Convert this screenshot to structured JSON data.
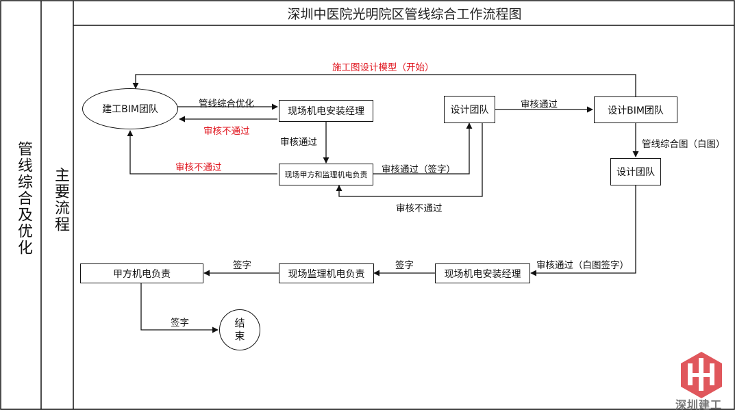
{
  "title": "深圳中医院光明院区管线综合工作流程图",
  "col1_label": "管线综合及优化",
  "col2_label": "主要流程",
  "nodes": {
    "bim_team": "建工BIM团队",
    "site_me_manager_top": "现场机电安装经理",
    "design_team_top": "设计团队",
    "design_bim_team": "设计BIM团队",
    "owner_supervisor": "现场甲方和监理机电负责",
    "design_team_right": "设计团队",
    "site_me_manager_bottom": "现场机电安装经理",
    "site_supervisor": "现场监理机电负责",
    "owner_me": "甲方机电负责",
    "end": "结束"
  },
  "edges": {
    "start_model": "施工图设计模型（开始）",
    "optimize": "管线综合优化",
    "reject_1": "审核不通过",
    "approve_1": "审核通过",
    "reject_2": "审核不通过",
    "approve_sign": "审核通过（签字）",
    "reject_3": "审核不通过",
    "approve_2": "审核通过",
    "white_drawing": "管线综合图（白图）",
    "approve_white_sign": "审核通过（白图签字）",
    "sign_1": "签字",
    "sign_2": "签字",
    "sign_3": "签字"
  },
  "colors": {
    "line": "#111111",
    "reject": "#e0161f",
    "logo": "#e0575c"
  },
  "logo": {
    "text": "深圳建工",
    "icon": "company-logo-icon"
  }
}
